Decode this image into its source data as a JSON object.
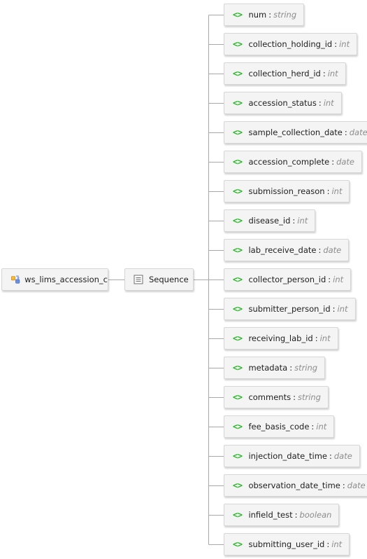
{
  "root": {
    "label": "ws_lims_accession_c",
    "icon": "complex-type-icon"
  },
  "sequence": {
    "label": "Sequence",
    "icon": "sequence-icon"
  },
  "element_icon_glyph": "<>",
  "type_separator": ":",
  "colors": {
    "element_icon": "#22b522",
    "type_text": "#8c8c8c",
    "node_fill": "#f4f4f4",
    "node_border": "#d6d6d6",
    "connector": "#a8a8a8"
  },
  "elements": [
    {
      "name": "num",
      "type": "string"
    },
    {
      "name": "collection_holding_id",
      "type": "int"
    },
    {
      "name": "collection_herd_id",
      "type": "int"
    },
    {
      "name": "accession_status",
      "type": "int"
    },
    {
      "name": "sample_collection_date",
      "type": "date"
    },
    {
      "name": "accession_complete",
      "type": "date"
    },
    {
      "name": "submission_reason",
      "type": "int"
    },
    {
      "name": "disease_id",
      "type": "int"
    },
    {
      "name": "lab_receive_date",
      "type": "date"
    },
    {
      "name": "collector_person_id",
      "type": "int"
    },
    {
      "name": "submitter_person_id",
      "type": "int"
    },
    {
      "name": "receiving_lab_id",
      "type": "int"
    },
    {
      "name": "metadata",
      "type": "string"
    },
    {
      "name": "comments",
      "type": "string"
    },
    {
      "name": "fee_basis_code",
      "type": "int"
    },
    {
      "name": "injection_date_time",
      "type": "date"
    },
    {
      "name": "observation_date_time",
      "type": "date"
    },
    {
      "name": "infield_test",
      "type": "boolean"
    },
    {
      "name": "submitting_user_id",
      "type": "int"
    }
  ]
}
